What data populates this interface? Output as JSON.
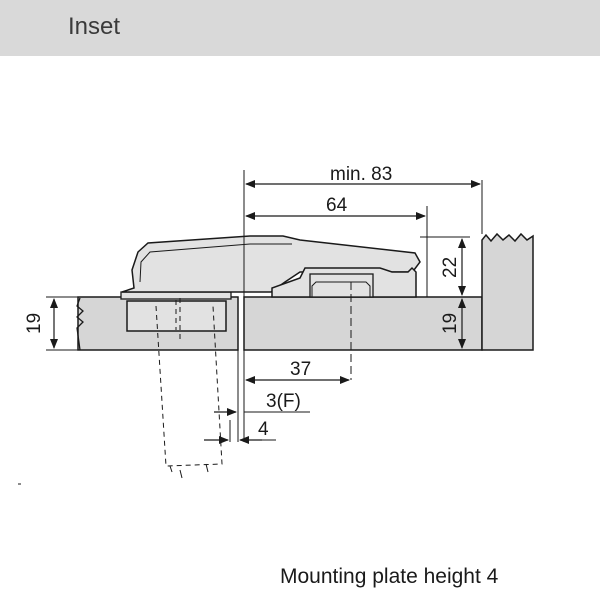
{
  "header": {
    "title": "Inset"
  },
  "dimensions": {
    "min_83": "min. 83",
    "d64": "64",
    "d22": "22",
    "d19_right": "19",
    "d19_left": "19",
    "d37": "37",
    "d3f": "3(F)",
    "d4": "4"
  },
  "caption": "Mounting plate height 4",
  "colors": {
    "panel": "#d6d6d6",
    "hinge": "#e2e2e2",
    "line": "#1a1a1a",
    "header": "#d9d9d9"
  }
}
